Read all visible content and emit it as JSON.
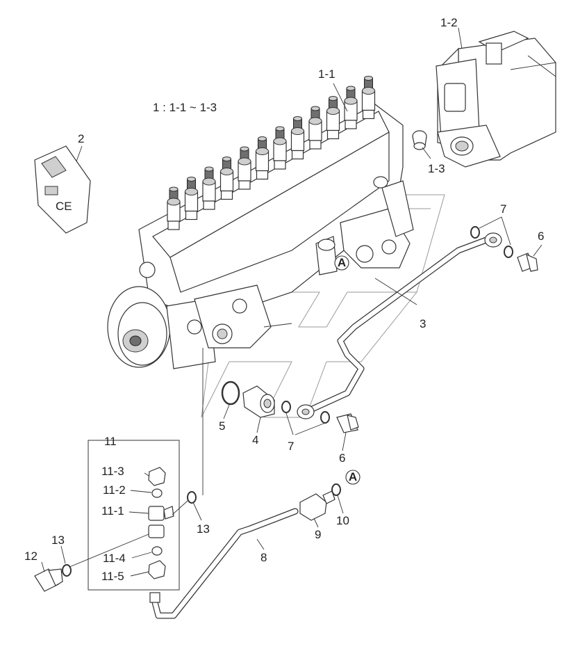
{
  "legend": {
    "text": "1 : 1-1 ~ 1-3"
  },
  "callouts": {
    "A": "A"
  },
  "labels": {
    "l1_1": "1-1",
    "l1_2": "1-2",
    "l1_3": "1-3",
    "l2": "2",
    "l3": "3",
    "l4": "4",
    "l5": "5",
    "l6a": "6",
    "l6b": "6",
    "l7a": "7",
    "l7b": "7",
    "l8": "8",
    "l9": "9",
    "l10": "10",
    "l11": "11",
    "l11_1": "11-1",
    "l11_2": "11-2",
    "l11_3": "11-3",
    "l11_4": "11-4",
    "l11_5": "11-5",
    "l12": "12",
    "l13a": "13",
    "l13b": "13"
  },
  "module": {
    "mark": "CE"
  }
}
